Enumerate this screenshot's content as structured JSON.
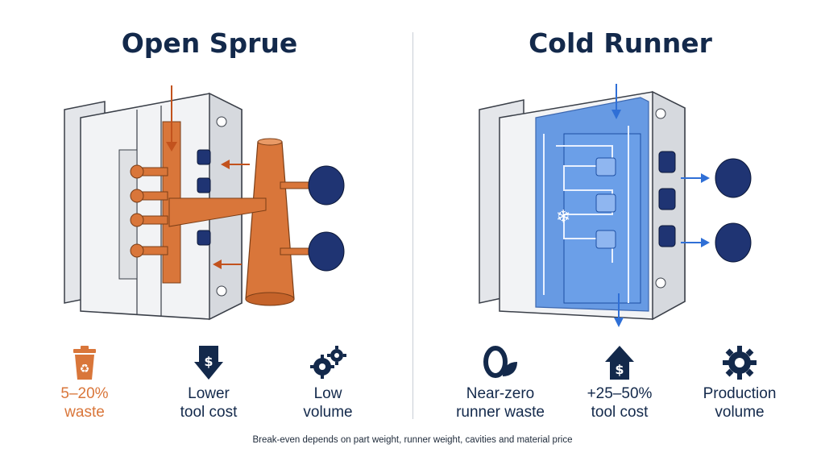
{
  "left": {
    "title": "Open Sprue",
    "features": [
      {
        "icon": "recycle-bin-icon",
        "line1": "5–20%",
        "line2": "waste"
      },
      {
        "icon": "cost-down-icon",
        "line1": "Lower",
        "line2": "tool cost"
      },
      {
        "icon": "gears-icon",
        "line1": "Low",
        "line2": "volume"
      }
    ]
  },
  "right": {
    "title": "Cold Runner",
    "features": [
      {
        "icon": "zero-leaf-icon",
        "line1": "Near-zero",
        "line2": "runner waste"
      },
      {
        "icon": "cost-up-icon",
        "line1": "+25–50%",
        "line2": "tool cost"
      },
      {
        "icon": "gear-icon",
        "line1": "Production",
        "line2": "volume"
      }
    ]
  },
  "colors": {
    "orange": "#d9763a",
    "navy": "#13294b",
    "blue": "#2f6fd6"
  },
  "footnote": "Break-even depends on part weight, runner weight, cavities and material price"
}
